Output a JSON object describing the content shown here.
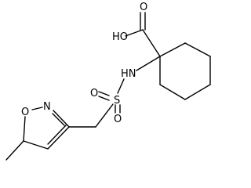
{
  "molecule": {
    "atom_labels": {
      "hydroxyl": "HO",
      "carbonyl_oxygen": "O",
      "amine": "HN",
      "sulfur": "S",
      "sulfonyl_oxygen_left": "O",
      "sulfonyl_oxygen_bottom": "O",
      "ring_nitrogen": "N",
      "ring_oxygen": "O"
    },
    "colors": {
      "bond": "#000000",
      "text": "#000000",
      "background": "#ffffff"
    }
  }
}
